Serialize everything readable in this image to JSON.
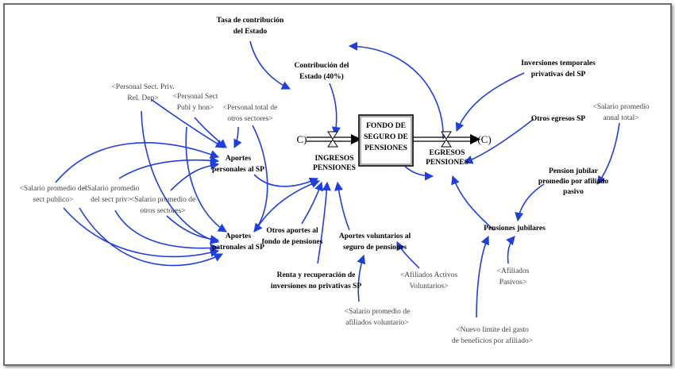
{
  "stock": {
    "line1": "FONDO DE",
    "line2": "SEGURO DE",
    "line3": "PENSIONES"
  },
  "flows": {
    "in_line1": "INGRESOS",
    "in_line2": "PENSIONES",
    "out_line1": "EGRESOS",
    "out_line2": "PENSIONES"
  },
  "variables": {
    "tasa_l1": "Tasa de contribución",
    "tasa_l2": "del Estado",
    "contrib_l1": "Contribución del",
    "contrib_l2": "Estado (40%)",
    "inv_l1": "Inversiones temporales",
    "inv_l2": "privativas del SP",
    "otros_egresos": "Otros egresos SP",
    "ap_pers_l1": "Aportes",
    "ap_pers_l2": "personales al SP",
    "ap_patr_l1": "Aportes",
    "ap_patr_l2": "patronales al SP",
    "otros_ap_l1": "Otros aportes al",
    "otros_ap_l2": "fondo de pensiones",
    "renta_l1": "Renta y recuperación de",
    "renta_l2": "inversiones no privativas SP",
    "vol_l1": "Aportes voluntarios al",
    "vol_l2": "seguro de pensiones",
    "pj_prom_l1": "Pension jubilar",
    "pj_prom_l2": "promedio por afiliado",
    "pj_prom_l3": "pasivo",
    "pensiones_jub": "Pensiones jubilares"
  },
  "shadows": {
    "priv_l1": "<Personal Sect. Priv.",
    "priv_l2": "Rel. Dep>",
    "pub_l1": "<Personal Sect",
    "pub_l2": "Publ y hon>",
    "total_l1": "<Personal total de",
    "total_l2": "otros sectores>",
    "sal_pub_l1": "<Salario promedio del",
    "sal_pub_l2": "sect publico>",
    "sal_priv_l1": "<Salario promedio",
    "sal_priv_l2": "del sect priv>",
    "sal_otros_l1": "<Salario promedio de",
    "sal_otros_l2": "otros sectores>",
    "sal_anual_l1": "<Salario promedio",
    "sal_anual_l2": "anual total>",
    "activos_l1": "<Afiliados Activos",
    "activos_l2": "Voluntarios>",
    "pasivos_l1": "<Afiliados",
    "pasivos_l2": "Pasivos>",
    "sal_vol_l1": "<Salario promedio de",
    "sal_vol_l2": "afiliados voluntario>",
    "limite_l1": "<Nuevo limite del gasto",
    "limite_l2": "de beneficios por afiliado>"
  },
  "colors": {
    "link": "#1f3ee0",
    "frame": "#6e6e6e"
  }
}
